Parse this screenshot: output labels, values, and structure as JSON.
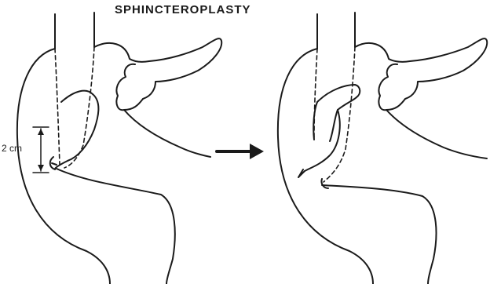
{
  "title": "SPHINCTEROPLASTY",
  "scale_label": "2 cm",
  "ink_color": "#1a1a1a",
  "panels": [
    "before-sphincteroplasty",
    "after-sphincteroplasty"
  ]
}
